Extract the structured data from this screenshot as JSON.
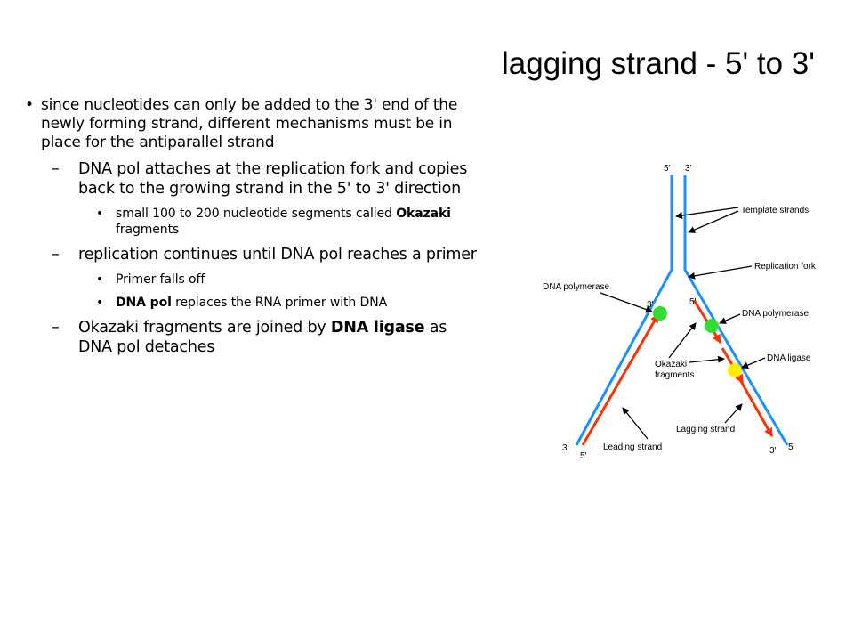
{
  "title": "lagging strand - 5' to 3'",
  "bullets": {
    "b1": "since nucleotides can only be added to the 3' end of the newly forming strand, different mechanisms must be in place for the antiparallel strand",
    "b2": "DNA pol attaches at the replication fork and copies back to the growing strand in the 5' to 3' direction",
    "b3_pre": "small 100 to 200 nucleotide segments called ",
    "b3_bold": "Okazaki",
    "b3_post": " fragments",
    "b4": "replication continues until DNA pol reaches a primer",
    "b5": "Primer falls off",
    "b6_bold": "DNA pol",
    "b6_post": " replaces the RNA primer with DNA",
    "b7_pre": "Okazaki fragments are joined by ",
    "b7_bold1": "DNA ligase",
    "b7_post": " as DNA pol detaches",
    "dash": "–",
    "dot": "•"
  },
  "diagram": {
    "label_5_top_left": "5′",
    "label_3_top_right": "3′",
    "template_strands": "Template strands",
    "replication_fork": "Replication fork",
    "dna_polymerase_left": "DNA polymerase",
    "dna_polymerase_right": "DNA polymerase",
    "label_3_pol_left": "3′",
    "label_5_pol_right": "5′",
    "okazaki_line1": "Okazaki",
    "okazaki_line2": "fragments",
    "dna_ligase": "DNA ligase",
    "lagging_strand": "Lagging strand",
    "leading_strand": "Leading strand",
    "bottom_3_left": "3′",
    "bottom_5_left": "5′",
    "bottom_3_right": "3′",
    "bottom_5_right": "5′",
    "colors": {
      "template": "#1e90ff",
      "new_strand": "#ff3300",
      "polymerase": "#33dd33",
      "ligase": "#ffee00"
    }
  }
}
